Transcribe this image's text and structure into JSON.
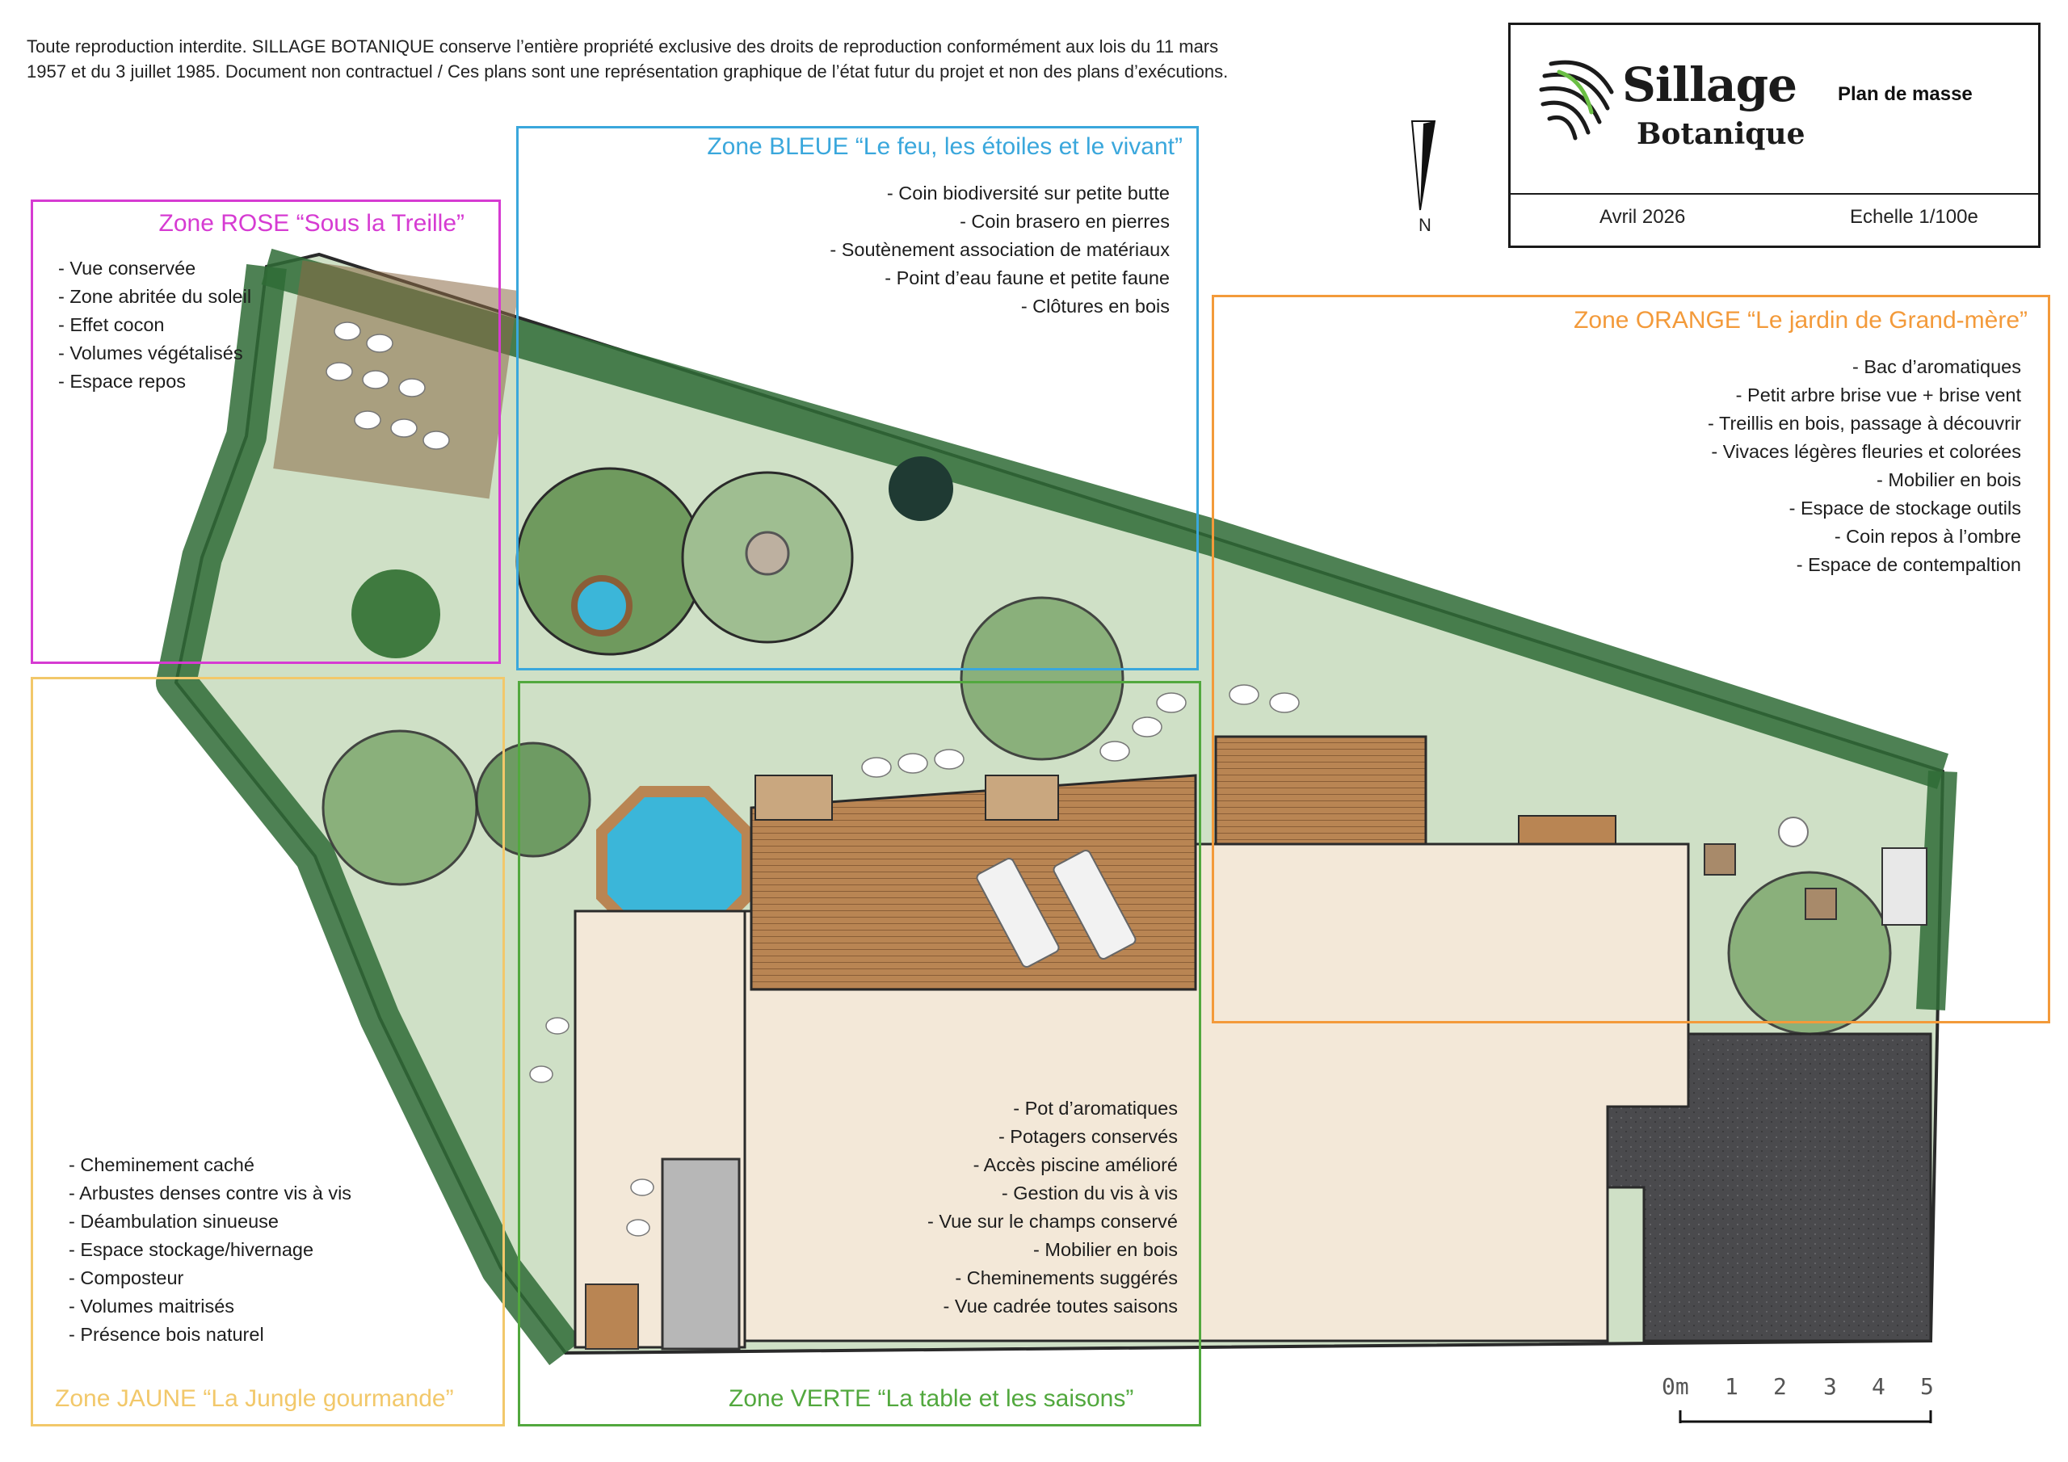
{
  "copyright": {
    "line1": "Toute reproduction interdite. SILLAGE BOTANIQUE conserve l’entière propriété exclusive des droits de reproduction conformément aux lois du 11 mars",
    "line2": "1957 et du 3 juillet 1985.  Document non contractuel / Ces plans sont une représentation graphique de l’état futur du projet et non des plans d’exécutions."
  },
  "cartouche": {
    "brand_line1": "Sillage",
    "brand_line2": "Botanique",
    "title": "Plan de masse",
    "date": "Avril 2026",
    "scale": "Echelle 1/100e"
  },
  "north": {
    "label": "N"
  },
  "colors": {
    "rose": "#d63bd2",
    "bleue": "#3aa7dc",
    "orange": "#f39a3a",
    "jaune": "#f2c86a",
    "verte": "#52a83e",
    "lawn": "#cfe0c6",
    "terrace": "#f3e8d8",
    "deck": "#b98553",
    "gravel": "#4a4a4d",
    "pool": "#3bb6d9",
    "hedge": "#2f6b36"
  },
  "zones": {
    "rose": {
      "title": "Zone ROSE “Sous la Treille”",
      "items": [
        "Vue conservée",
        "Zone abritée du soleil",
        "Effet cocon",
        "Volumes végétalisés",
        "Espace repos"
      ]
    },
    "bleue": {
      "title": "Zone BLEUE “Le feu, les étoiles et le vivant”",
      "items": [
        "Coin biodiversité sur petite butte",
        "Coin brasero en pierres",
        "Soutènement association de matériaux",
        "Point d’eau faune et petite faune",
        "Clôtures en bois"
      ]
    },
    "orange": {
      "title": "Zone ORANGE “Le jardin de Grand-mère”",
      "items": [
        "Bac d’aromatiques",
        "Petit arbre brise vue + brise vent",
        "Treillis en bois, passage à découvrir",
        "Vivaces légères fleuries et colorées",
        "Mobilier en bois",
        "Espace de stockage outils",
        "Coin repos à l’ombre",
        "Espace de contempaltion"
      ]
    },
    "jaune": {
      "title": "Zone JAUNE “La Jungle gourmande”",
      "items": [
        "Cheminement caché",
        "Arbustes denses contre vis à vis",
        "Déambulation sinueuse",
        "Espace stockage/hivernage",
        "Composteur",
        "Volumes maitrisés",
        "Présence bois naturel"
      ]
    },
    "verte": {
      "title": "Zone VERTE “La table et les saisons”",
      "items": [
        "Pot d’aromatiques",
        "Potagers conservés",
        "Accès piscine amélioré",
        "Gestion du vis à vis",
        "Vue sur le champs conservé",
        "Mobilier en bois",
        "Cheminements suggérés",
        "Vue cadrée toutes saisons"
      ]
    }
  },
  "scale_bar": {
    "labels": [
      "0m",
      "1",
      "2",
      "3",
      "4",
      "5"
    ]
  }
}
